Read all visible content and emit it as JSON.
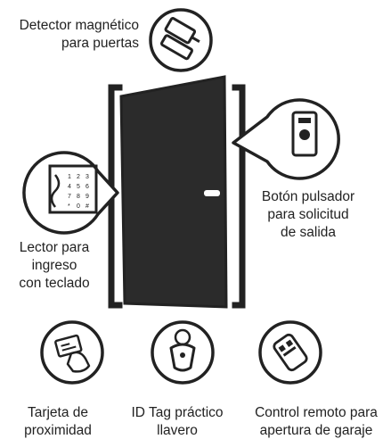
{
  "colors": {
    "ink": "#222222",
    "door": "#2b2b2b",
    "background": "#ffffff"
  },
  "labels": {
    "magnetic_detector": [
      "Detector magnético",
      "para puertas"
    ],
    "exit_button": [
      "Botón pulsador",
      "para solicitud",
      "de salida"
    ],
    "keypad_reader": [
      "Lector para",
      "ingreso",
      "con teclado"
    ],
    "proximity_card": [
      "Tarjeta de",
      "proximidad"
    ],
    "id_tag": [
      "ID Tag práctico",
      "llavero"
    ],
    "remote_control": [
      "Control remoto para",
      "apertura de garaje"
    ]
  },
  "icons": {
    "magnetic_detector": "magnetic-contact-icon",
    "exit_button": "push-button-icon",
    "keypad_reader": "keypad-reader-icon",
    "proximity_card": "card-in-hand-icon",
    "id_tag": "key-fob-icon",
    "remote_control": "garage-remote-icon",
    "door": "open-door-icon"
  }
}
